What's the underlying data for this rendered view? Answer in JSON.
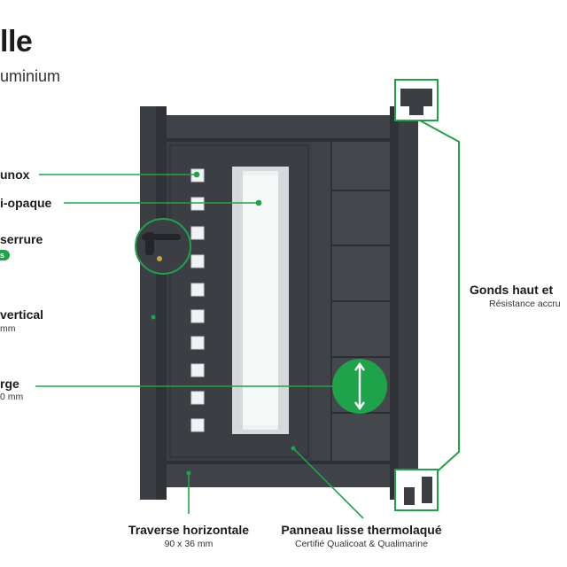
{
  "header": {
    "title": "lle",
    "subtitle": "uminium"
  },
  "callouts": {
    "inox": {
      "label": "unox"
    },
    "glass": {
      "label": "i-opaque"
    },
    "lock": {
      "label": "serrure",
      "badge": "s"
    },
    "vertical": {
      "label": "vertical",
      "sub": "mm"
    },
    "width": {
      "label": "rge",
      "sub": "0 mm"
    },
    "hinges": {
      "label": "Gonds haut et",
      "sub": "Résistance accru"
    },
    "horizontal": {
      "label": "Traverse horizontale",
      "sub": "90 x 36 mm"
    },
    "panel": {
      "label": "Panneau lisse thermolaqué",
      "sub": "Certifié Qualicoat & Qualimarine"
    }
  },
  "colors": {
    "frame": "#3b3f44",
    "frame_dark": "#2c2f33",
    "accent": "#1fa34a",
    "glass": "#e9ecee"
  },
  "icons": {
    "handle": "door-handle-icon",
    "width_arrows": "vertical-double-arrow-icon",
    "hinge_top": "top-hinge-icon",
    "hinge_bottom": "bottom-hinge-icon"
  }
}
